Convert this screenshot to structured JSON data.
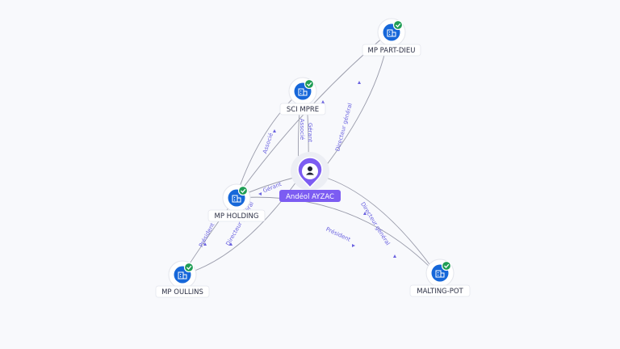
{
  "graph": {
    "person": {
      "id": "p",
      "label": "Andéol AYZAC",
      "icon": "person-icon",
      "color": "#7c5cf2"
    },
    "companies": [
      {
        "id": "partdieu",
        "label": "MP PART-DIEU",
        "icon": "building-icon",
        "status": "verified"
      },
      {
        "id": "sci",
        "label": "SCI MPRE",
        "icon": "building-icon",
        "status": "verified"
      },
      {
        "id": "holding",
        "label": "MP HOLDING",
        "icon": "building-icon",
        "status": "verified"
      },
      {
        "id": "oullins",
        "label": "MP OULLINS",
        "icon": "building-icon",
        "status": "verified"
      },
      {
        "id": "malting",
        "label": "MALTING-POT",
        "icon": "building-icon",
        "status": "verified"
      }
    ],
    "edges": [
      {
        "id": "e1",
        "from": "p",
        "to": "partdieu",
        "label": "Directeur général"
      },
      {
        "id": "e2",
        "from": "p",
        "to": "sci",
        "label": "Gérant"
      },
      {
        "id": "e3",
        "from": "p",
        "to": "sci",
        "label": "Associé"
      },
      {
        "id": "e4",
        "from": "p",
        "to": "holding",
        "label": "Gérant"
      },
      {
        "id": "e5",
        "from": "p",
        "to": "malting",
        "label": "Directeur général"
      },
      {
        "id": "e6",
        "from": "holding",
        "to": "sci",
        "label": "Associé"
      },
      {
        "id": "e7",
        "from": "holding",
        "to": "partdieu",
        "label": ""
      },
      {
        "id": "e8",
        "from": "holding",
        "to": "oullins",
        "label": "Président"
      },
      {
        "id": "e9",
        "from": "holding",
        "to": "malting",
        "label": "Président"
      },
      {
        "id": "e10",
        "from": "oullins",
        "to": "p",
        "label": "Directeur général"
      }
    ],
    "colors": {
      "building": "#1667d9",
      "badge": "#1f9d55",
      "edge_label": "#6b63e0",
      "edge": "#9a9cab"
    }
  }
}
